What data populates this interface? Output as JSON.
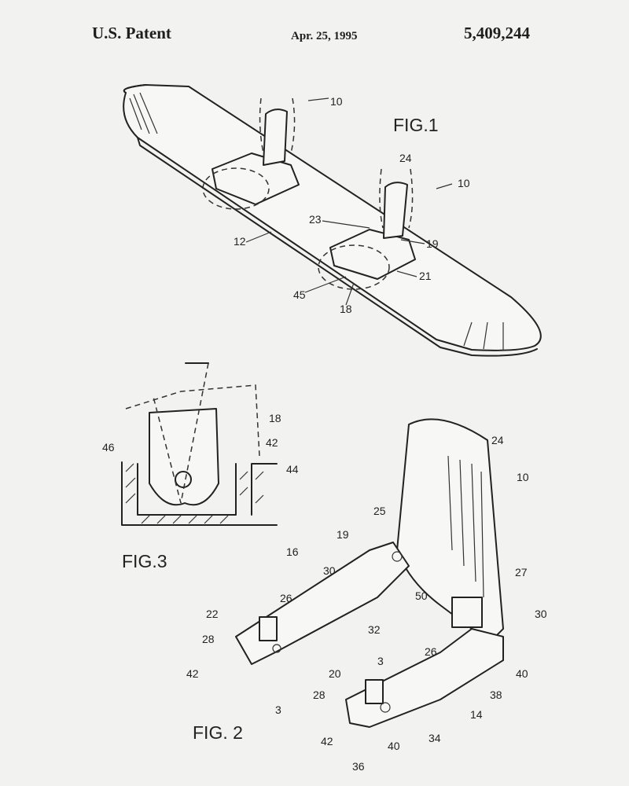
{
  "header": {
    "left": "U.S. Patent",
    "date": "Apr. 25, 1995",
    "patent_number": "5,409,244"
  },
  "fig1": {
    "title": "FIG.1",
    "labels": [
      "10",
      "24",
      "10",
      "23",
      "19",
      "12",
      "21",
      "45",
      "18"
    ]
  },
  "fig3": {
    "title": "FIG.3",
    "labels": [
      "18",
      "42",
      "46",
      "44"
    ]
  },
  "fig2": {
    "title": "FIG. 2",
    "labels": [
      "24",
      "10",
      "25",
      "19",
      "16",
      "30",
      "50",
      "27",
      "26",
      "30",
      "22",
      "28",
      "32",
      "42",
      "3",
      "26",
      "20",
      "40",
      "38",
      "28",
      "3",
      "14",
      "42",
      "40",
      "34",
      "36"
    ]
  }
}
